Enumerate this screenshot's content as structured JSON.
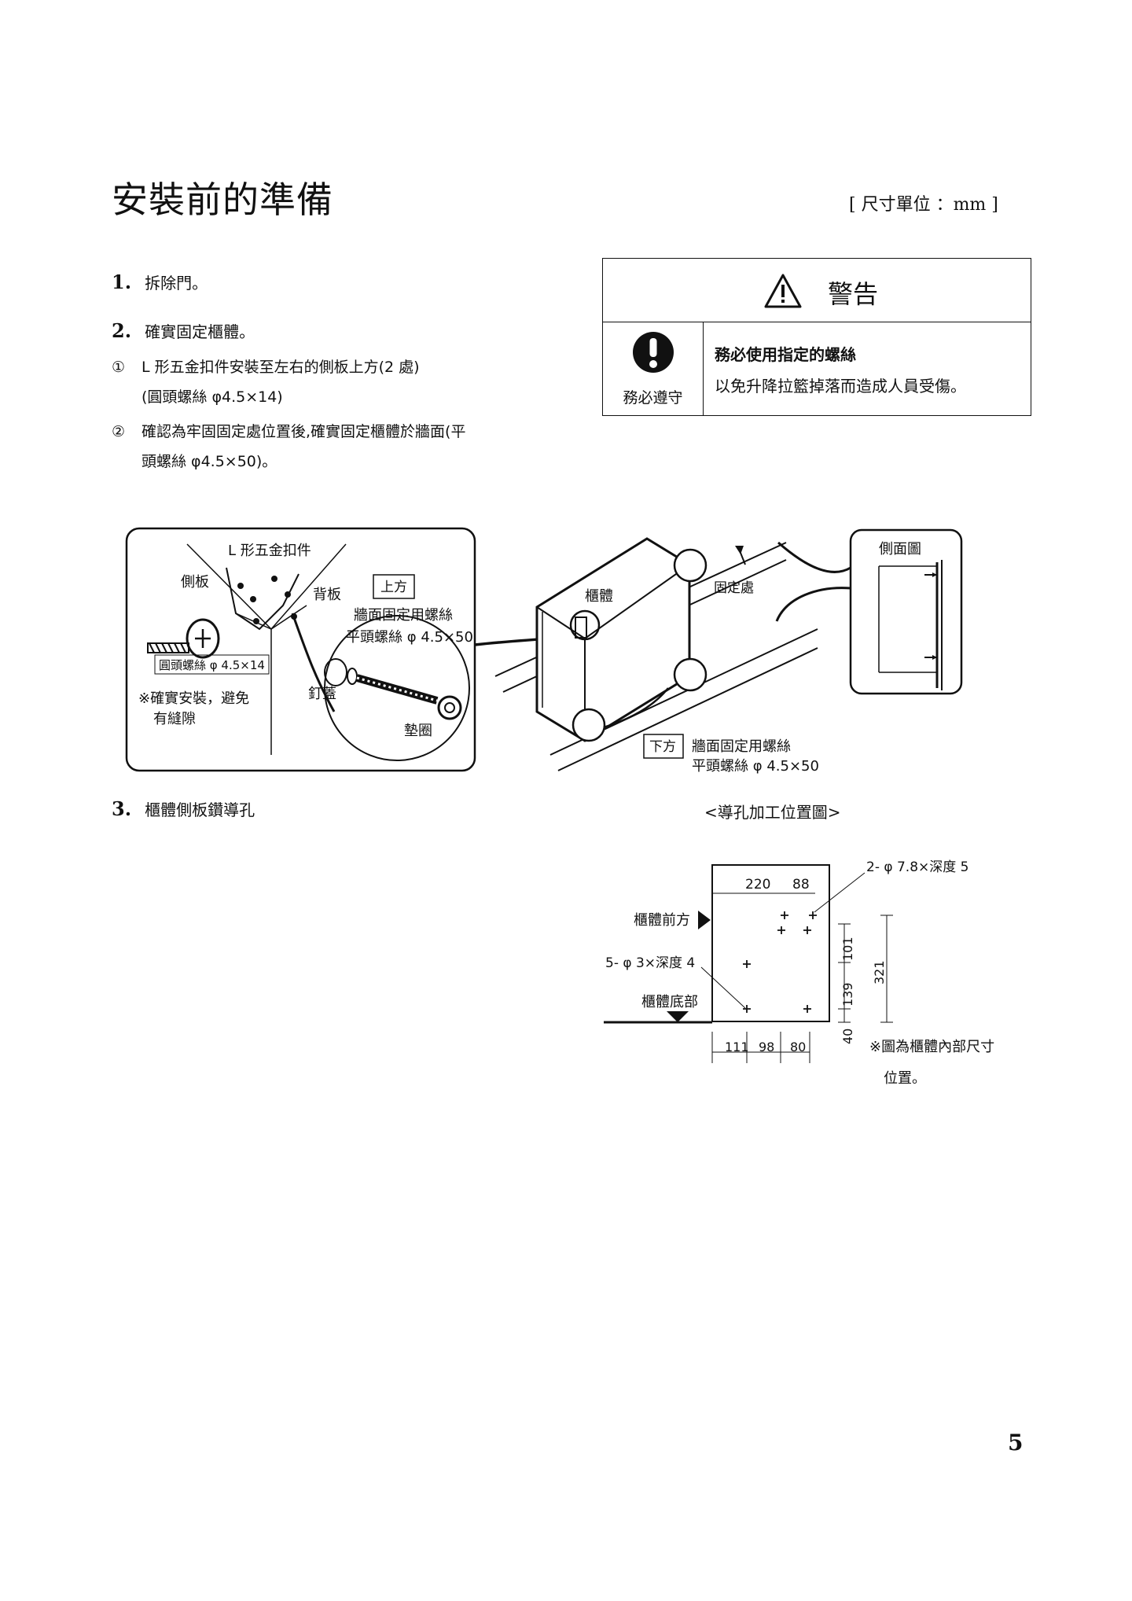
{
  "header": {
    "title": "安裝前的準備",
    "unit_note": "[ 尺寸單位 ：mm ]"
  },
  "steps": [
    {
      "num": "1.",
      "text": "拆除門。"
    },
    {
      "num": "2.",
      "text": "確實固定櫃體。"
    },
    {
      "num": "3.",
      "text": "櫃體側板鑽導孔"
    }
  ],
  "substeps": {
    "s1_marker": "①",
    "s1_line1": "L 形五金扣件安裝至左右的側板上方(2 處)",
    "s1_line2": "(圓頭螺絲 φ4.5×14)",
    "s2_marker": "②",
    "s2_line1": "確認為牢固固定處位置後,確實固定櫃體於牆面(平",
    "s2_line2": "頭螺絲 φ4.5×50)。"
  },
  "warning": {
    "title": "警告",
    "badge_label": "務必遵守",
    "heading": "務必使用指定的螺絲",
    "body": "以免升降拉籃掉落而造成人員受傷。"
  },
  "figure1": {
    "l_bracket": "L 形五金扣件",
    "side_panel": "側板",
    "back_panel": "背板",
    "top_tag": "上方",
    "wall_screw_top": "牆面固定用螺絲",
    "flat_screw_top": "平頭螺絲 φ 4.5×50",
    "round_screw": "圓頭螺絲 φ 4.5×14",
    "note1": "※確實安裝，避免",
    "note2": "有縫隙",
    "cap": "釘蓋",
    "washer": "墊圈",
    "cabinet": "櫃體",
    "fix_point": "固定處",
    "side_view": "側面圖",
    "bottom_tag": "下方",
    "wall_screw_bottom": "牆面固定用螺絲",
    "flat_screw_bottom": "平頭螺絲 φ 4.5×50"
  },
  "figure2": {
    "caption": "<導孔加工位置圖>",
    "big_hole": "2- φ 7.8×深度 5",
    "small_hole": "5- φ 3×深度 4",
    "front": "櫃體前方",
    "bottom": "櫃體底部",
    "dim_220": "220",
    "dim_88": "88",
    "dim_101": "101",
    "dim_139": "139",
    "dim_40": "40",
    "dim_321": "321",
    "dim_111": "111",
    "dim_98": "98",
    "dim_80": "80",
    "note1": "※圖為櫃體內部尺寸",
    "note2": "位置。"
  },
  "footer": {
    "page_number": "5"
  }
}
